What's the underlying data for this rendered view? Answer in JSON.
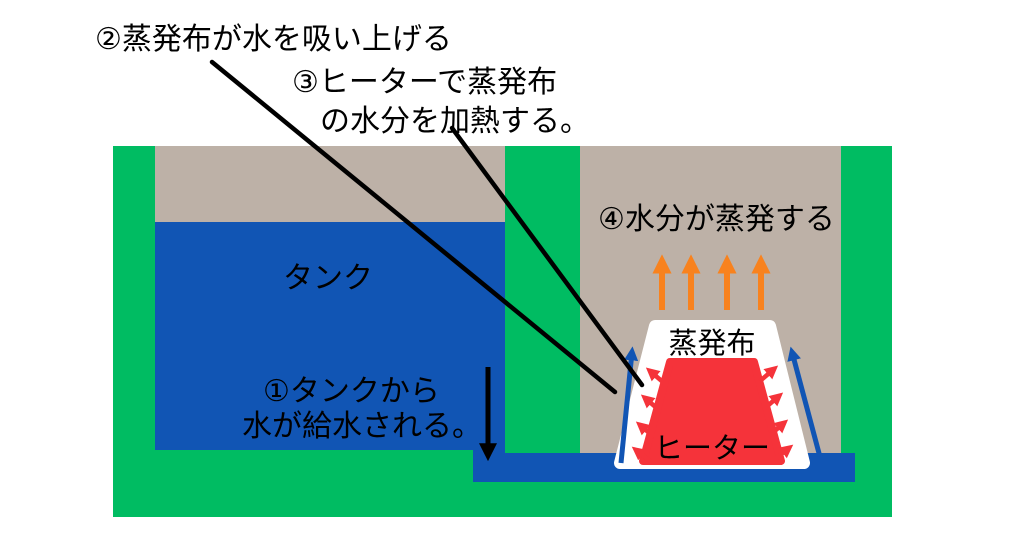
{
  "colors": {
    "green": "#00BC62",
    "blue": "#1155B4",
    "tan": "#BDB1A7",
    "red": "#F5333A",
    "orange": "#F8821E",
    "line": "#000000",
    "cloth": "#FFFFFF"
  },
  "diagram": {
    "annotations": {
      "step1": {
        "line1": "①タンクから",
        "line2": "水が給水される。"
      },
      "step2": {
        "text": "②蒸発布が水を吸い上げる"
      },
      "step3": {
        "line1": "③ヒーターで蒸発布",
        "line2": "の水分を加熱する。"
      },
      "step4": {
        "text": "④水分が蒸発する"
      }
    },
    "parts": {
      "tank": "タンク",
      "cloth": "蒸発布",
      "heater": "ヒーター"
    }
  }
}
